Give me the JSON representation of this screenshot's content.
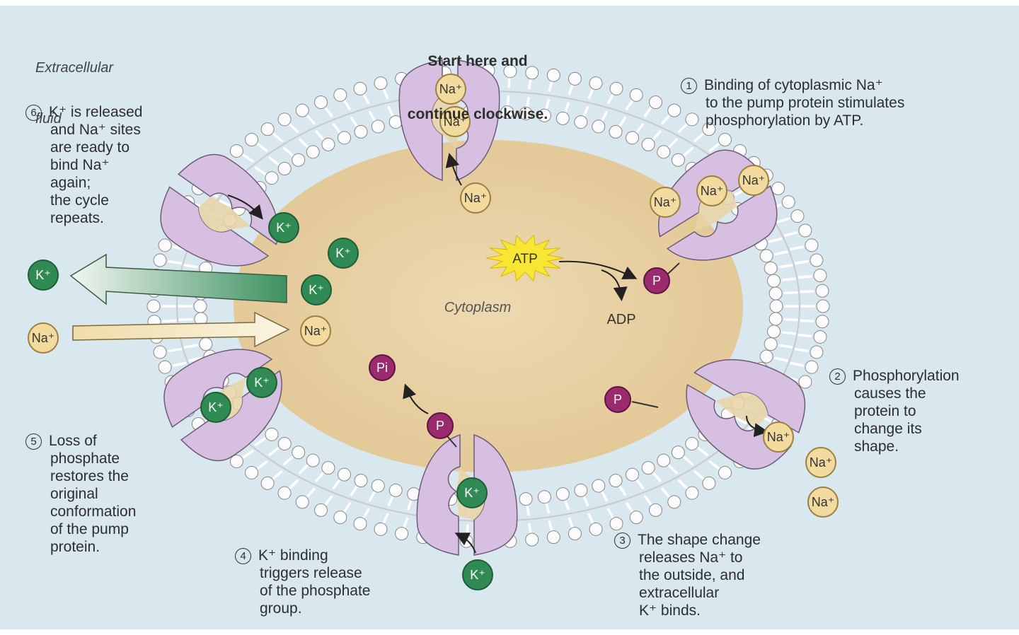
{
  "header": {
    "start_line1": "Start here and",
    "start_line2": "continue clockwise.",
    "extracellular_line1": "Extracellular",
    "extracellular_line2": "fluid",
    "cytoplasm": "Cytoplasm"
  },
  "steps": [
    {
      "num": "1",
      "lines": [
        "Binding of cytoplasmic Na⁺",
        "to the pump protein stimulates",
        "phosphorylation by ATP."
      ]
    },
    {
      "num": "2",
      "lines": [
        "Phosphorylation",
        "causes the",
        "protein to",
        "change its",
        "shape."
      ]
    },
    {
      "num": "3",
      "lines": [
        "The shape change",
        "releases Na⁺ to",
        "the outside, and",
        "extracellular",
        "K⁺ binds."
      ]
    },
    {
      "num": "4",
      "lines": [
        "K⁺ binding",
        "triggers release",
        "of the phosphate",
        "group."
      ]
    },
    {
      "num": "5",
      "lines": [
        "Loss of",
        "phosphate",
        "restores the",
        "original",
        "conformation",
        "of the pump",
        "protein."
      ]
    },
    {
      "num": "6",
      "lines": [
        "K⁺ is released",
        "and Na⁺ sites",
        "are ready to",
        "bind Na⁺",
        "again;",
        "the cycle",
        "repeats."
      ]
    }
  ],
  "molecules": {
    "atp": "ATP",
    "adp": "ADP",
    "phosphate": "P",
    "inorganic_phosphate": "Pi",
    "sodium": "Na⁺",
    "potassium": "K⁺"
  },
  "colors": {
    "panel": "#d9e7ef",
    "cytoplasm": "#e9d3a6",
    "protein": "#d6bfe0",
    "sodium": "#f3dba0",
    "potassium": "#2f8a53",
    "phosphate": "#9b2a6e",
    "atp": "#f7e633"
  }
}
